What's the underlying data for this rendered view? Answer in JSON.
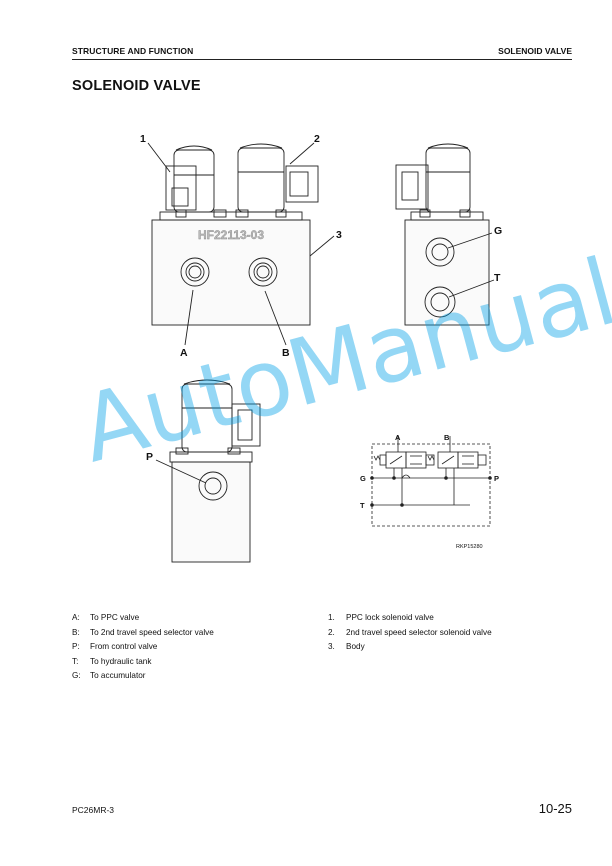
{
  "header": {
    "section": "STRUCTURE AND FUNCTION",
    "topic": "SOLENOID VALVE"
  },
  "title": "SOLENOID VALVE",
  "figure": {
    "part_number": "HF22113-03",
    "callouts": [
      "1",
      "2",
      "3",
      "A",
      "B",
      "G",
      "T",
      "P"
    ],
    "schematic_labels": {
      "a": "A",
      "b": "B",
      "g": "G",
      "p": "P",
      "t": "T"
    },
    "figure_code": "RKP15280"
  },
  "legend_left": [
    {
      "key": "A:",
      "text": "To PPC valve"
    },
    {
      "key": "B:",
      "text": "To 2nd travel speed selector valve"
    },
    {
      "key": "P:",
      "text": "From control valve"
    },
    {
      "key": "T:",
      "text": "To hydraulic tank"
    },
    {
      "key": "G:",
      "text": "To accumulator"
    }
  ],
  "legend_right": [
    {
      "key": "1.",
      "text": "PPC lock solenoid valve"
    },
    {
      "key": "2.",
      "text": "2nd travel speed selector solenoid valve"
    },
    {
      "key": "3.",
      "text": "Body"
    }
  ],
  "footer": {
    "model": "PC26MR-3",
    "page": "10-25"
  },
  "watermark": "AutoManual"
}
